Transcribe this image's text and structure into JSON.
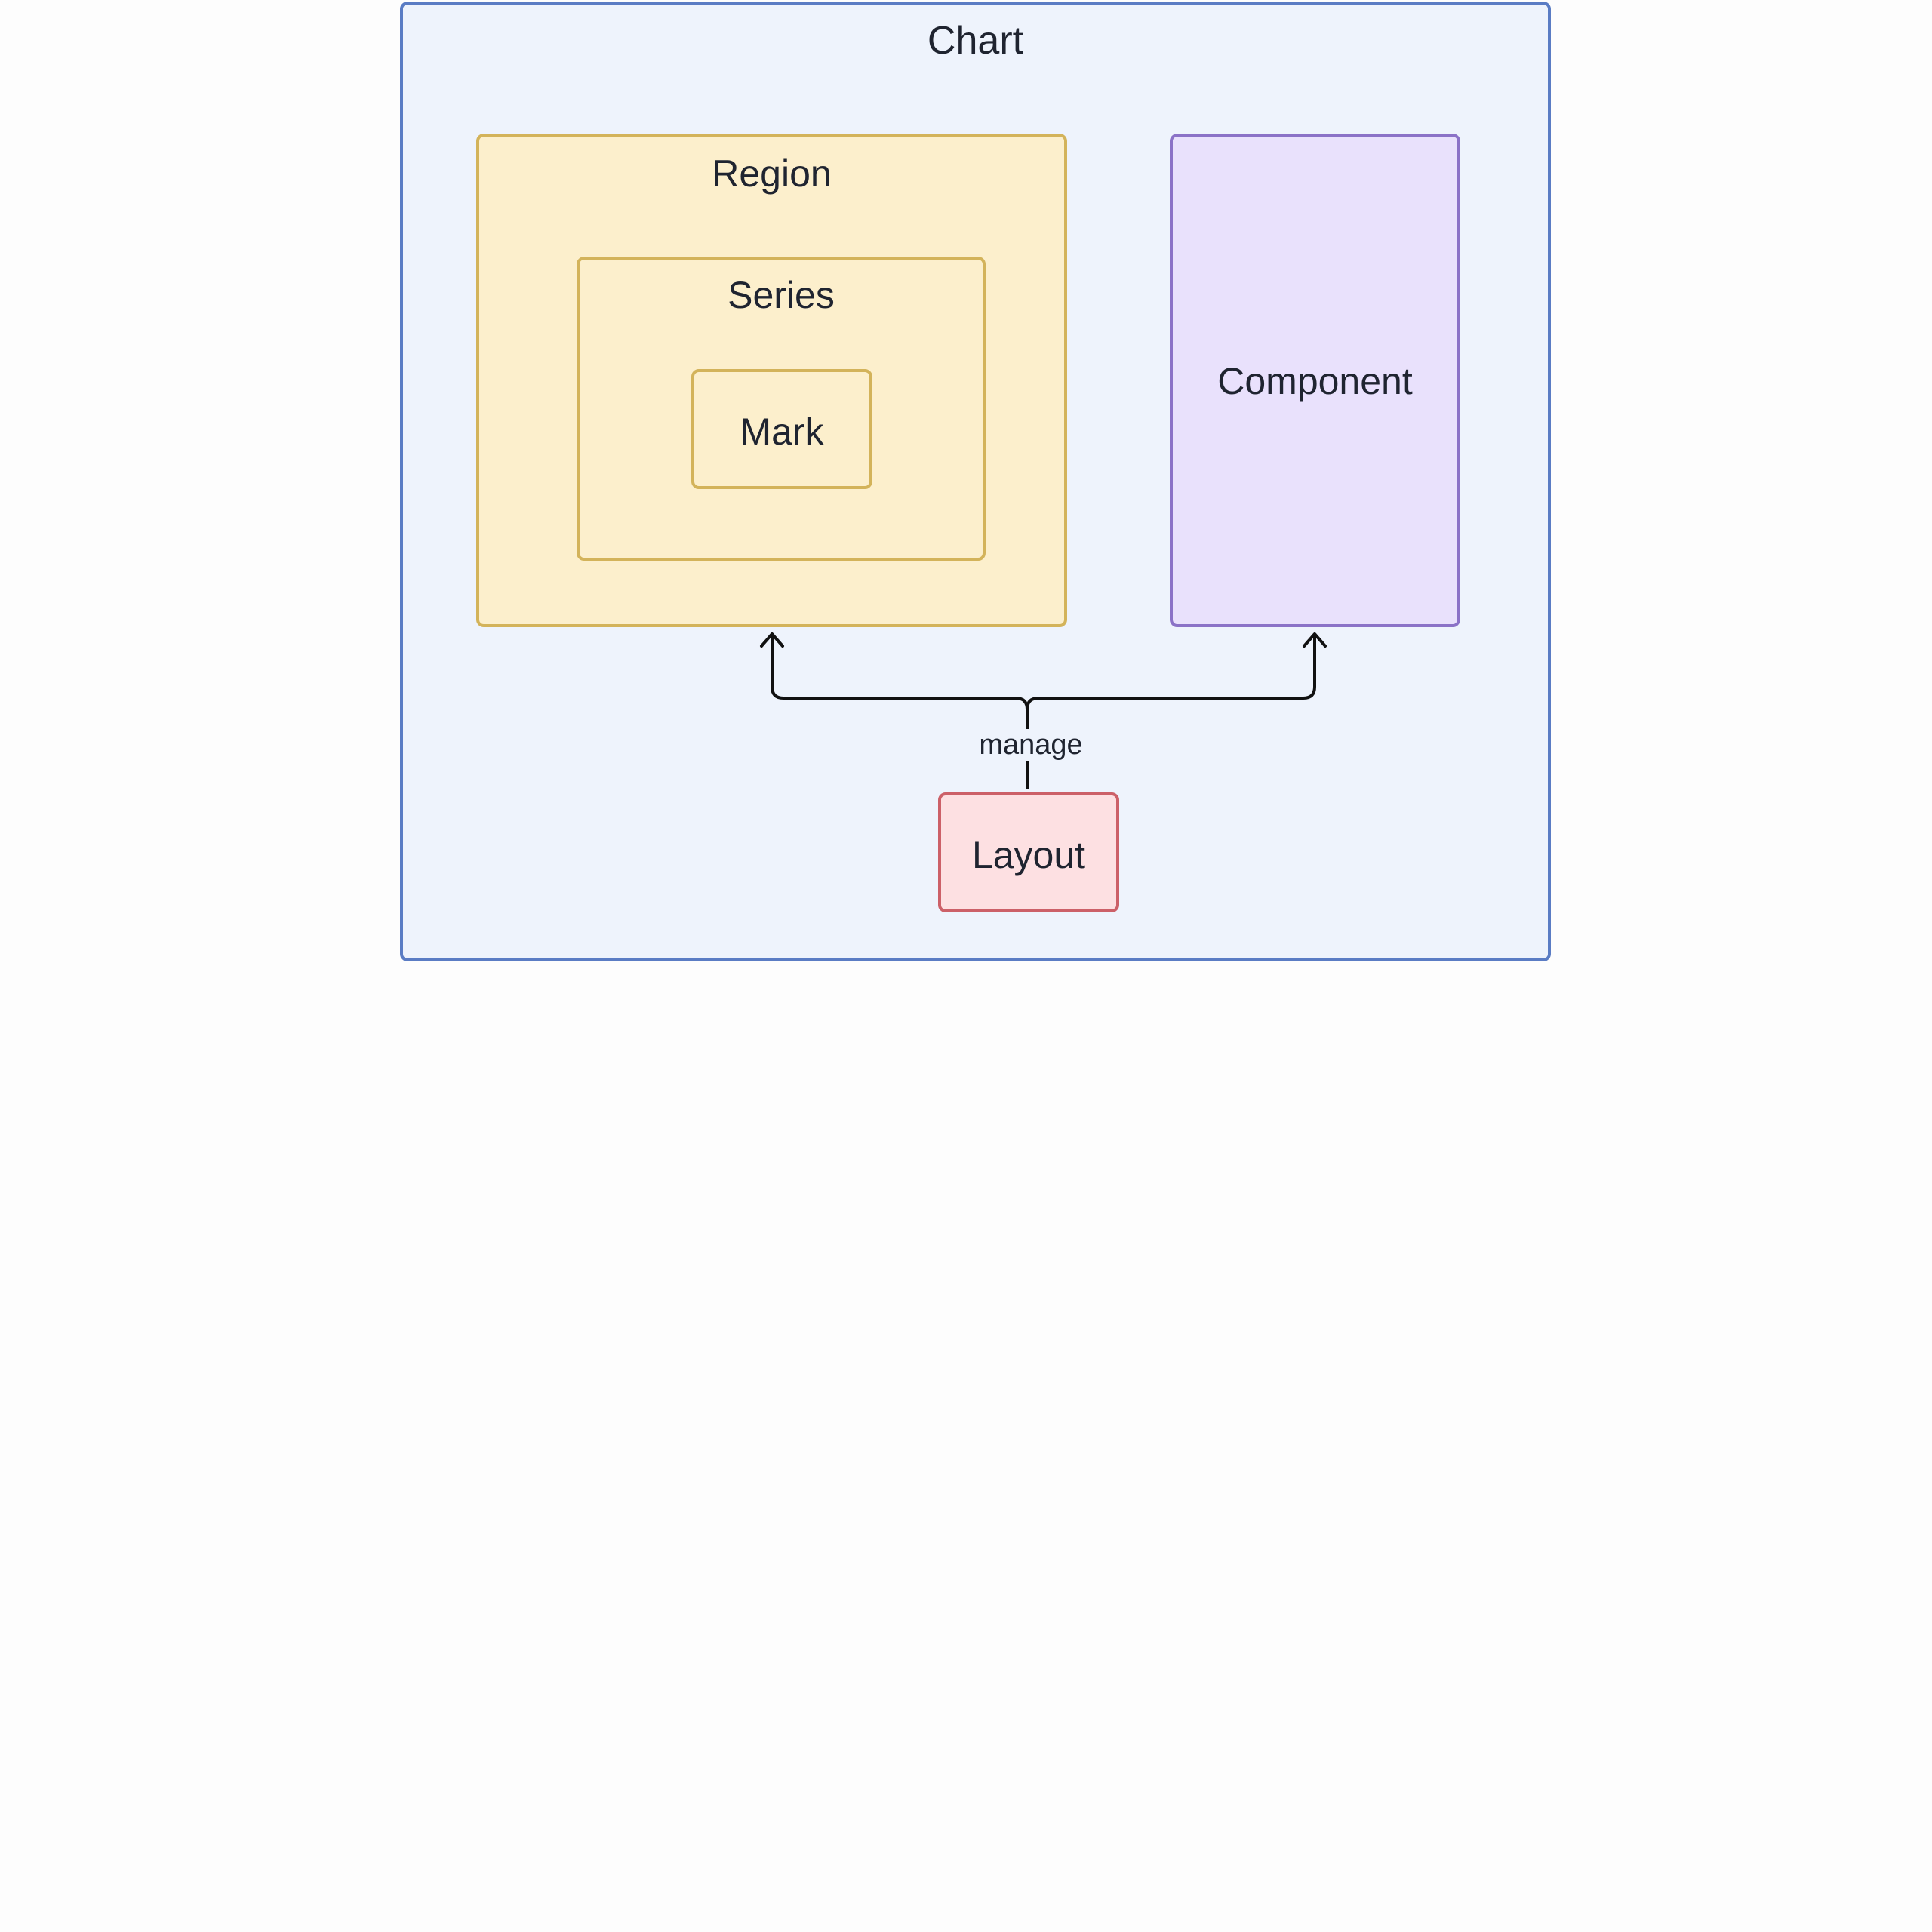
{
  "diagram": {
    "chart_label": "Chart",
    "region_label": "Region",
    "series_label": "Series",
    "mark_label": "Mark",
    "component_label": "Component",
    "layout_label": "Layout",
    "edge_label": "manage"
  },
  "colors": {
    "chart_fill": "#eef3fc",
    "chart_stroke": "#5a7cc4",
    "region_fill": "#fcefcc",
    "region_stroke": "#d3b35a",
    "component_fill": "#e9e1fc",
    "component_stroke": "#8b72c7",
    "layout_fill": "#fde0e2",
    "layout_stroke": "#cc6068",
    "edge_stroke": "#111111"
  }
}
